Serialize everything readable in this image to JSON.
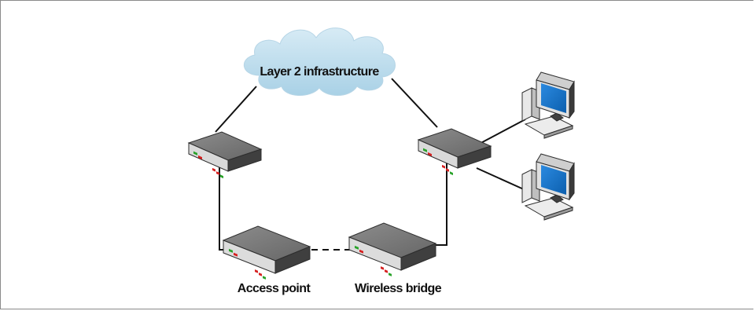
{
  "diagram": {
    "cloud_label": "Layer 2 infrastructure",
    "access_point_label": "Access point",
    "wireless_bridge_label": "Wireless bridge"
  },
  "colors": {
    "cloud_fill": "#bcdced",
    "device_dark": "#4f4f4f",
    "device_top": "#777777",
    "screen_blue": "#1a73c6",
    "led_red": "#d62020",
    "led_green": "#29a329"
  },
  "links": [
    {
      "from": "cloud",
      "to": "left-switch",
      "style": "wired"
    },
    {
      "from": "cloud",
      "to": "right-switch",
      "style": "wired"
    },
    {
      "from": "left-switch",
      "to": "access-point",
      "style": "wired"
    },
    {
      "from": "right-switch",
      "to": "wireless-bridge",
      "style": "wired"
    },
    {
      "from": "access-point",
      "to": "wireless-bridge",
      "style": "wireless"
    },
    {
      "from": "right-switch",
      "to": "computer-top",
      "style": "wired"
    },
    {
      "from": "right-switch",
      "to": "computer-bottom",
      "style": "wired"
    }
  ]
}
